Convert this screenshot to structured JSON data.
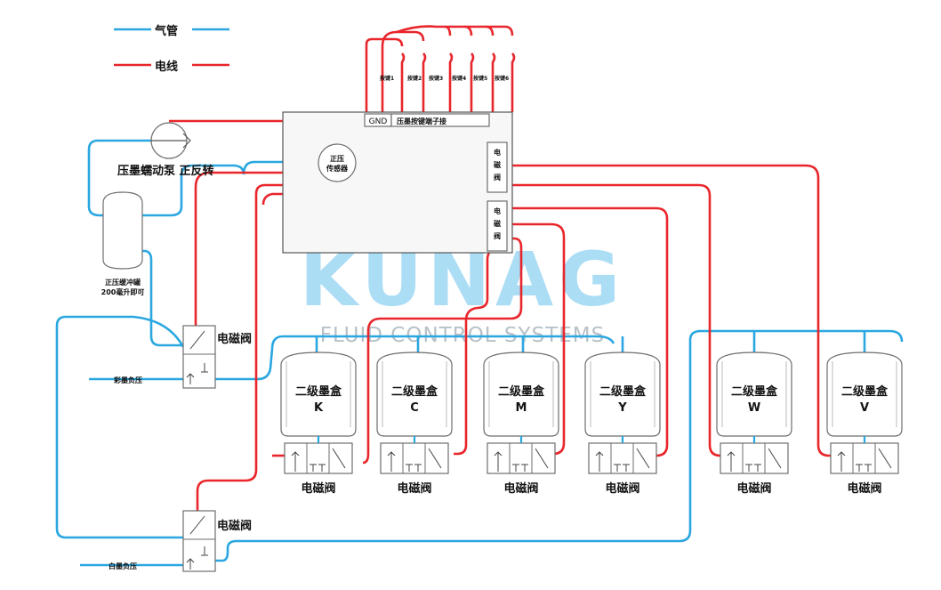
{
  "legend": {
    "air_tube": "气管",
    "wire": "电线"
  },
  "colors": {
    "air_tube": "#2aa7e0",
    "wire": "#e8262b",
    "watermark": "#8fd2f2"
  },
  "controller": {
    "gnd": "GND",
    "button_terminal": "压墨按键端子接",
    "button_labels": [
      "按键1",
      "按键2",
      "按键3",
      "按键4",
      "按键5",
      "按键6"
    ],
    "sensor_line1": "正压",
    "sensor_line2": "传感器",
    "valve_port_1": "电磁阀",
    "valve_port_2": "电磁阀"
  },
  "pump": {
    "label": "压墨蠕动泵  正反转"
  },
  "buffer_tank": {
    "line1": "正压缓冲罐",
    "line2": "200毫升即可"
  },
  "valves": {
    "upper": "电磁阀",
    "lower": "电磁阀"
  },
  "negative_pressure": {
    "color_ink": "彩墨负压",
    "white_ink": "白墨负压"
  },
  "ink_boxes": [
    {
      "title": "二级墨盒",
      "code": "K",
      "valve": "电磁阀"
    },
    {
      "title": "二级墨盒",
      "code": "C",
      "valve": "电磁阀"
    },
    {
      "title": "二级墨盒",
      "code": "M",
      "valve": "电磁阀"
    },
    {
      "title": "二级墨盒",
      "code": "Y",
      "valve": "电磁阀"
    },
    {
      "title": "二级墨盒",
      "code": "W",
      "valve": "电磁阀"
    },
    {
      "title": "二级墨盒",
      "code": "V",
      "valve": "电磁阀"
    }
  ],
  "watermark": {
    "brand": "KUNAG",
    "tagline": "FLUID CONTROL SYSTEMS"
  }
}
